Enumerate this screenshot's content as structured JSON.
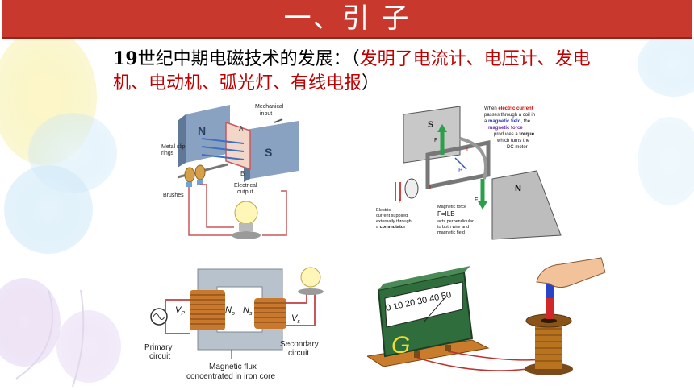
{
  "banner": {
    "title": "一、引 子"
  },
  "heading": {
    "number": "19",
    "prefix": "世纪中期电磁技术的发展：（",
    "inventions": "发明了电流计、电压计、发电机、电动机、弧光灯、有线电报",
    "suffix": "）"
  },
  "generator_diagram": {
    "label_mechanical": "Mechanical",
    "label_input": "input",
    "label_metal": "Metal slip",
    "label_rings": "rings",
    "label_brushes": "Brushes",
    "label_electrical": "Electrical",
    "label_output": "output",
    "pole_n": "N",
    "pole_s": "S",
    "label_a": "A",
    "label_b": "B"
  },
  "motor_diagram": {
    "line1_pre": "When ",
    "line1_red": "electric current",
    "line2": "passes through a  coil in",
    "line3_pre": "a ",
    "line3_blue": "magnetic field",
    "line3_post": ", the",
    "line4_red": "magnetic force",
    "line5_pre": "produces a ",
    "line5_bold": "torque",
    "line6": "which turns the",
    "line7": "DC motor",
    "pole_s": "S",
    "pole_n": "N",
    "label_b": "B",
    "label_f1": "F",
    "label_f2": "F",
    "label_i1": "I",
    "label_i2": "I",
    "label_i3": "I",
    "left_note1": "Electric",
    "left_note2": "current supplied",
    "left_note3": "externally through",
    "left_note4_pre": "a ",
    "left_note4_bold": "commutator",
    "mid_note1": "Magnetic force",
    "mid_formula": "F=ILB",
    "mid_note2": "acts perpendicular",
    "mid_note3": "to both wire and",
    "mid_note4": "magnetic field"
  },
  "transformer_diagram": {
    "vp": "V",
    "vp_sub": "P",
    "np": "N",
    "np_sub": "p",
    "ns": "N",
    "ns_sub": "s",
    "vs": "V",
    "vs_sub": "s",
    "primary1": "Primary",
    "primary2": "circuit",
    "secondary1": "Secondary",
    "secondary2": "circuit",
    "flux1": "Magnetic flux",
    "flux2": "concentrated in iron core"
  },
  "galvanometer_diagram": {
    "scale": "0 10 20 30 40 50",
    "letter": "G"
  }
}
